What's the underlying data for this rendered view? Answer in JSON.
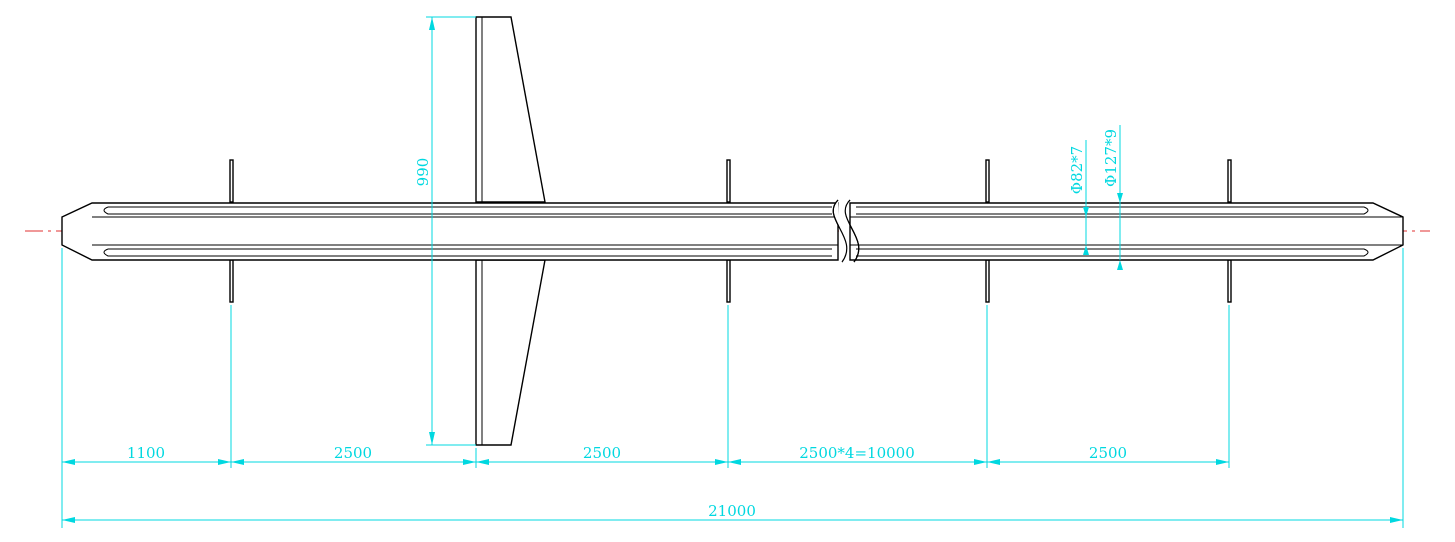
{
  "drawing": {
    "colors": {
      "dimension": "#00d8e0",
      "outline": "#000000",
      "centerline": "#e03030",
      "background": "#ffffff"
    },
    "labels": {
      "fin_height": "990",
      "inner_pipe": "Φ82*7",
      "outer_pipe": "Φ127*9",
      "seg1": "1100",
      "seg2": "2500",
      "seg3": "2500",
      "seg4": "2500*4=10000",
      "seg5": "2500",
      "total": "21000"
    }
  }
}
